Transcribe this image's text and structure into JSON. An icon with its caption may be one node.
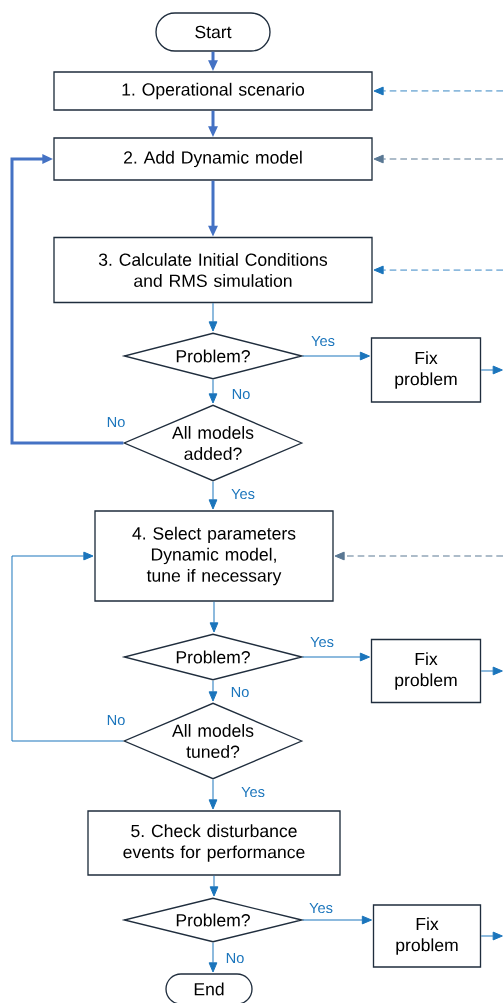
{
  "diagram": {
    "nodes": [
      {
        "text": [
          "Start"
        ]
      },
      {
        "text": [
          "1. Operational scenario"
        ]
      },
      {
        "text": [
          "2. Add Dynamic model"
        ]
      },
      {
        "text": [
          "3. Calculate Initial Conditions and RMS simulation"
        ]
      },
      {
        "text": [
          "Problem?"
        ]
      },
      {
        "text": [
          "Fix problem"
        ]
      },
      {
        "text": [
          "All models added?"
        ]
      },
      {
        "text": [
          "4. Select parameters Dynamic model, tune if necessary"
        ]
      },
      {
        "text": [
          "Problem?"
        ]
      },
      {
        "text": [
          "Fix problem"
        ]
      },
      {
        "text": [
          "All models tuned?"
        ]
      },
      {
        "text": [
          "5. Check disturbance events for performance"
        ]
      },
      {
        "text": [
          "Problem?"
        ]
      },
      {
        "text": [
          "Fix problem"
        ]
      },
      {
        "text": [
          "End"
        ]
      }
    ],
    "edges": [
      {
        "from": 0,
        "to": 1,
        "arrow": "to",
        "style": "thick",
        "color": "#4472c4"
      },
      {
        "from": 1,
        "to": 2,
        "arrow": "to",
        "style": "thick",
        "color": "#4472c4"
      },
      {
        "from": 2,
        "to": 3,
        "arrow": "to",
        "style": "thick",
        "color": "#4472c4"
      },
      {
        "from": 3,
        "to": 4,
        "arrow": "to"
      },
      {
        "from": 4,
        "to": 5,
        "arrow": "to",
        "label": "Yes"
      },
      {
        "from": 4,
        "to": 6,
        "arrow": "to",
        "label": "No"
      },
      {
        "from": 6,
        "to": 2,
        "arrow": "to",
        "label": "No",
        "style": "thick",
        "color": "#4472c4"
      },
      {
        "from": 6,
        "to": 7,
        "arrow": "to",
        "label": "Yes"
      },
      {
        "from": 7,
        "to": 8,
        "arrow": "to"
      },
      {
        "from": 8,
        "to": 9,
        "arrow": "to",
        "label": "Yes"
      },
      {
        "from": 8,
        "to": 10,
        "arrow": "to",
        "label": "No"
      },
      {
        "from": 10,
        "to": 7,
        "arrow": "to",
        "label": "No"
      },
      {
        "from": 10,
        "to": 11,
        "arrow": "to",
        "label": "Yes"
      },
      {
        "from": 11,
        "to": 12,
        "arrow": "to"
      },
      {
        "from": 12,
        "to": 13,
        "arrow": "to",
        "label": "Yes"
      },
      {
        "from": 12,
        "to": 14,
        "arrow": "to",
        "label": "No"
      },
      {
        "from": 5,
        "to": null,
        "arrow": "to"
      },
      {
        "from": 9,
        "to": null,
        "arrow": "to"
      },
      {
        "from": 13,
        "to": null,
        "arrow": "to"
      },
      {
        "from": null,
        "to": 1,
        "arrow": "to",
        "style": "dashed"
      },
      {
        "from": null,
        "to": 2,
        "arrow": "to",
        "style": "dashed",
        "color": "#5a7894"
      },
      {
        "from": null,
        "to": 3,
        "arrow": "to",
        "style": "dashed"
      },
      {
        "from": null,
        "to": 7,
        "arrow": "to",
        "style": "dashed",
        "color": "#5a7894"
      }
    ]
  }
}
